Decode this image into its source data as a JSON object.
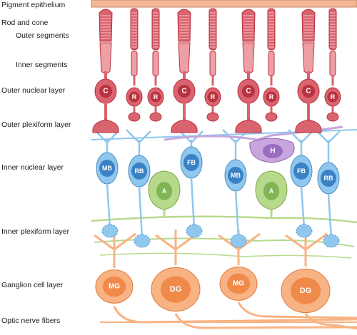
{
  "labels": {
    "pigment_epithelium": "Pigment epithelium",
    "rod_and_cone": "Rod and cone",
    "outer_segments": "Outer segments",
    "inner_segments": "Inner segments",
    "outer_nuclear_layer": "Outer nuclear layer",
    "outer_plexiform_layer": "Outer plexiform layer",
    "inner_nuclear_layer": "Inner nuclear layer",
    "inner_plexiform_layer": "Inner plexiform layer",
    "ganglion_cell_layer": "Ganglion cell layer",
    "optic_nerve_fibers": "Optic nerve fibers"
  },
  "photoreceptors": [
    {
      "type": "C"
    },
    {
      "type": "R"
    },
    {
      "type": "R"
    },
    {
      "type": "C"
    },
    {
      "type": "R"
    },
    {
      "type": "C"
    },
    {
      "type": "R"
    },
    {
      "type": "C"
    },
    {
      "type": "R"
    }
  ],
  "bipolar_cells": [
    {
      "label": "MB"
    },
    {
      "label": "RB"
    },
    {
      "label": "FB"
    },
    {
      "label": "MB"
    },
    {
      "label": "FB"
    },
    {
      "label": "RB"
    }
  ],
  "horizontal_cell": {
    "label": "H"
  },
  "amacrine_cells": [
    {
      "label": "A"
    },
    {
      "label": "A"
    }
  ],
  "ganglion_cells": [
    {
      "label": "MG"
    },
    {
      "label": "DG"
    },
    {
      "label": "MG"
    },
    {
      "label": "DG"
    }
  ],
  "colors": {
    "photoreceptor": "#d9636e",
    "photoreceptor_light": "#ee9fa6",
    "photoreceptor_nucleus": "#b8323f",
    "pigment": "#f2b896",
    "bipolar": "#8fc7ee",
    "bipolar_nucleus": "#3a82c4",
    "horizontal": "#c7a6dd",
    "horizontal_nucleus": "#9a6cc0",
    "amacrine": "#b7d98c",
    "amacrine_nucleus": "#80b556",
    "ganglion": "#f8b384",
    "ganglion_nucleus": "#f08a4b"
  }
}
